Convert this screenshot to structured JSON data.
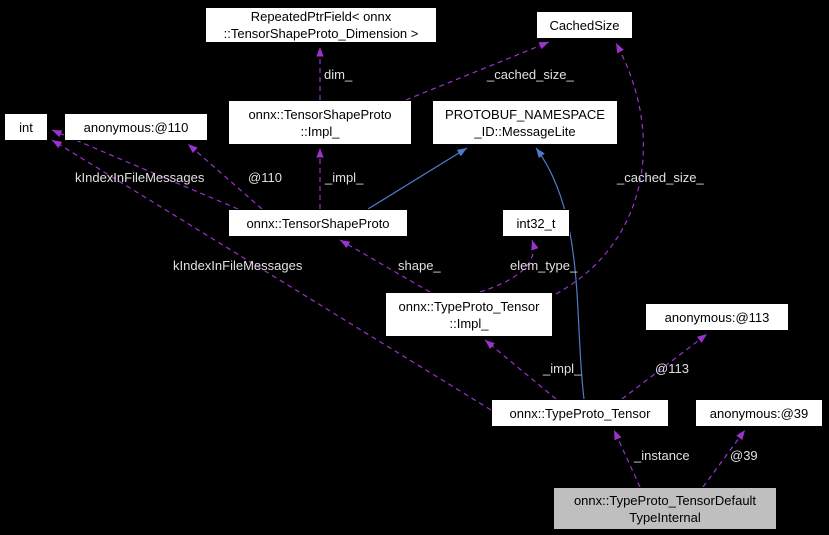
{
  "diagram": {
    "type": "doxygen-collaboration-graph",
    "colors": {
      "background": "#000000",
      "usage_edge": "#9a32cd",
      "inheritance_edge": "#4d7bc9",
      "node_fill": "#ffffff",
      "current_node_fill": "#bfbfbf",
      "edge_label_text": "#e0e0e0"
    },
    "nodes": {
      "repeated_ptr_field": {
        "label": "RepeatedPtrField< onnx\n::TensorShapeProto_Dimension >"
      },
      "cached_size": {
        "label": "CachedSize"
      },
      "int": {
        "label": "int"
      },
      "anon110": {
        "label": "anonymous:@110"
      },
      "tensor_shape_proto_impl": {
        "label": "onnx::TensorShapeProto\n::Impl_"
      },
      "message_lite": {
        "label": "PROTOBUF_NAMESPACE\n_ID::MessageLite"
      },
      "tensor_shape_proto": {
        "label": "onnx::TensorShapeProto"
      },
      "int32_t": {
        "label": "int32_t"
      },
      "type_proto_tensor_impl": {
        "label": "onnx::TypeProto_Tensor\n::Impl_"
      },
      "anon113": {
        "label": "anonymous:@113"
      },
      "type_proto_tensor": {
        "label": "onnx::TypeProto_Tensor"
      },
      "anon39": {
        "label": "anonymous:@39"
      },
      "default_type_internal": {
        "label": "onnx::TypeProto_TensorDefault\nTypeInternal"
      }
    },
    "edge_labels": {
      "dim": "dim_",
      "cached_size_top": "_cached_size_",
      "kindex_tsp": "kIndexInFileMessages",
      "at110": "@110",
      "impl_tsp": "_impl_",
      "cached_size_right": "_cached_size_",
      "kindex_tpt": "kIndexInFileMessages",
      "shape": "shape_",
      "elem_type": "elem_type_",
      "impl_tpt": "_impl_",
      "at113": "@113",
      "instance": "_instance",
      "at39": "@39"
    }
  }
}
